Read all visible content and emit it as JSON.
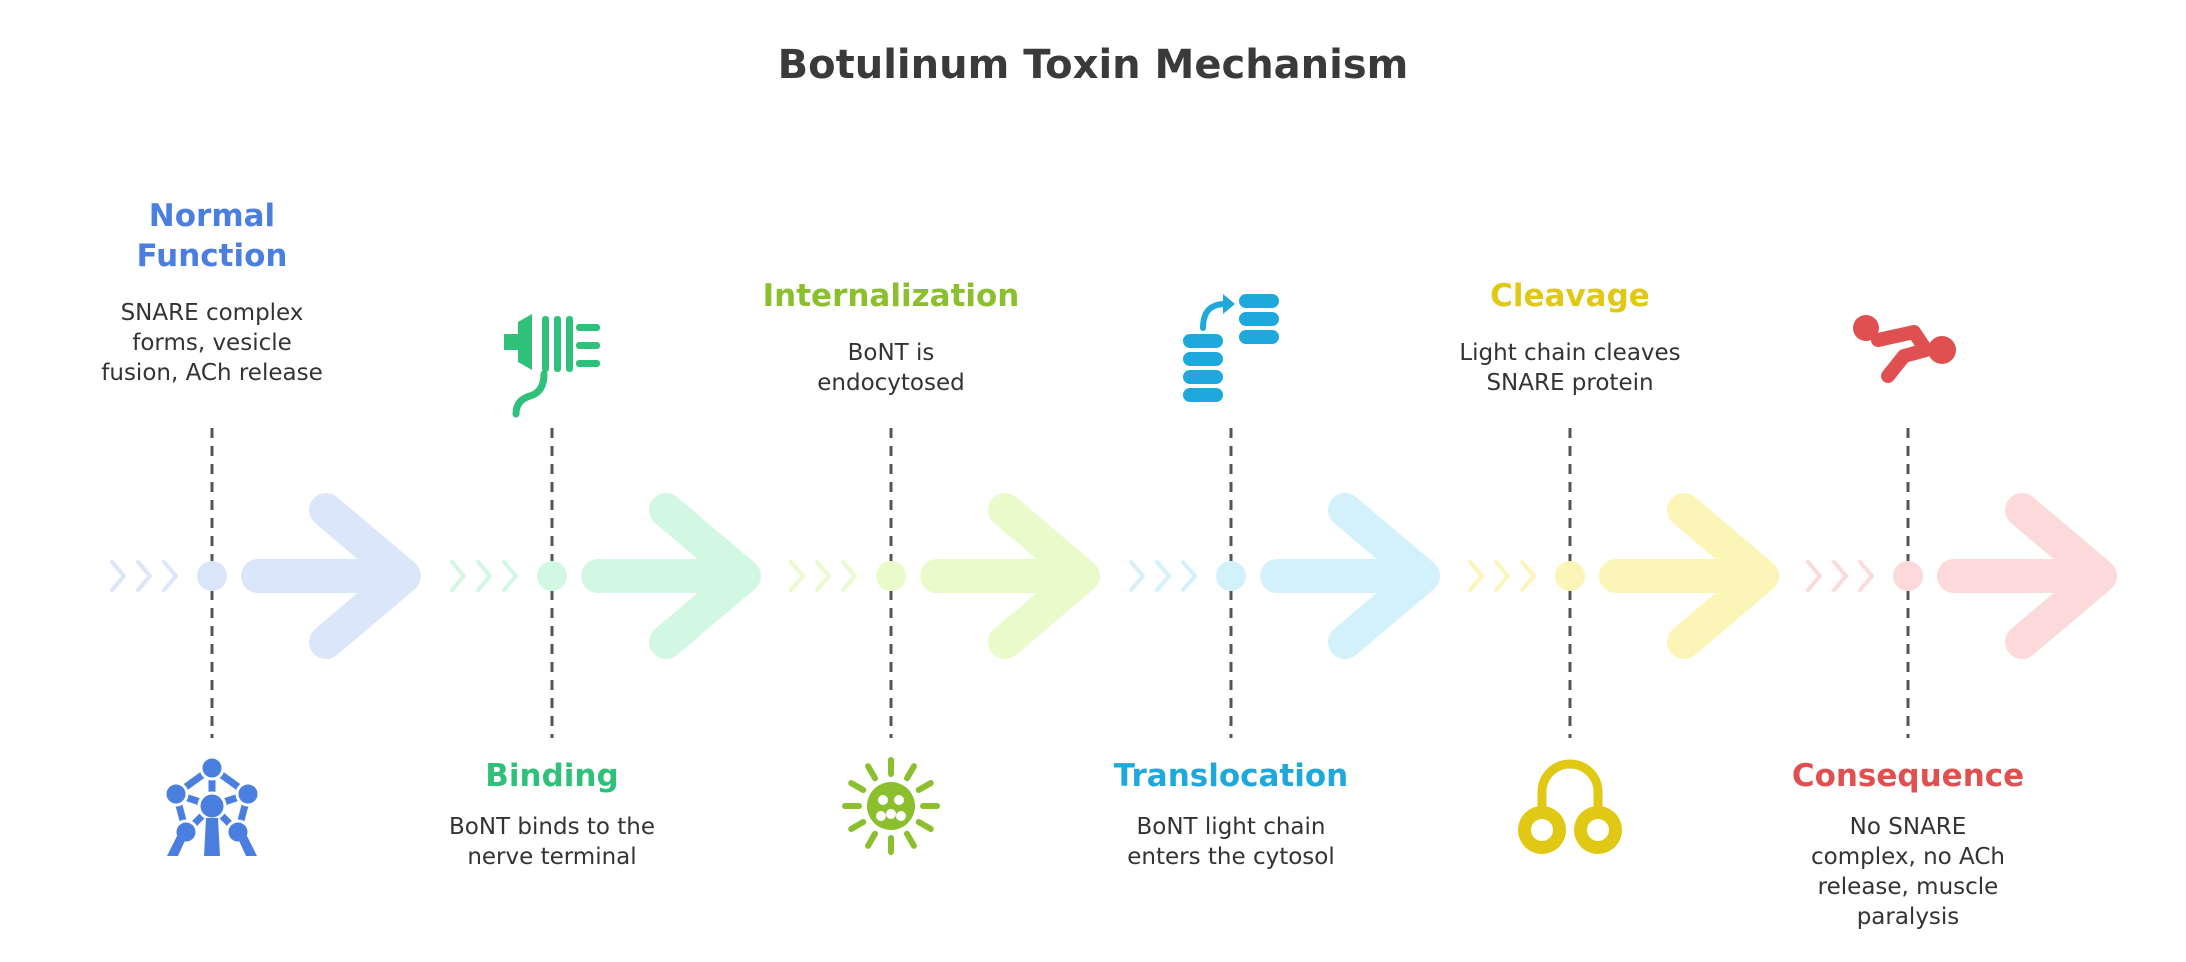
{
  "title": "Botulinum Toxin Mechanism",
  "steps": [
    {
      "title": "Normal Function",
      "title_lines": [
        "Normal",
        "Function"
      ],
      "description": "SNARE complex forms, vesicle fusion, ACh release",
      "description_lines": [
        "SNARE complex",
        "forms, vesicle",
        "fusion, ACh release"
      ],
      "color": "#4a7fe0",
      "light_color": "#dbe6fb",
      "icon": "atom-structure-icon",
      "text_position": "top"
    },
    {
      "title": "Binding",
      "title_lines": [
        "Binding"
      ],
      "description": "BoNT binds to the nerve terminal",
      "description_lines": [
        "BoNT binds to the",
        "nerve terminal"
      ],
      "color": "#2fc07a",
      "light_color": "#d2f8e3",
      "icon": "plug-icon",
      "text_position": "bottom"
    },
    {
      "title": "Internalization",
      "title_lines": [
        "Internalization"
      ],
      "description": "BoNT is endocytosed",
      "description_lines": [
        "BoNT is",
        "endocytosed"
      ],
      "color": "#8bbf2e",
      "light_color": "#eafbcb",
      "icon": "virus-cell-icon",
      "text_position": "top"
    },
    {
      "title": "Translocation",
      "title_lines": [
        "Translocation"
      ],
      "description": "BoNT light chain enters the cytosol",
      "description_lines": [
        "BoNT light chain",
        "enters the cytosol"
      ],
      "color": "#1fa8dc",
      "light_color": "#d3f1fb",
      "icon": "data-transfer-icon",
      "text_position": "bottom"
    },
    {
      "title": "Cleavage",
      "title_lines": [
        "Cleavage"
      ],
      "description": "Light chain cleaves SNARE protein",
      "description_lines": [
        "Light chain cleaves",
        "SNARE protein"
      ],
      "color": "#e0c814",
      "light_color": "#fbf5b8",
      "icon": "handcuffs-icon",
      "text_position": "top"
    },
    {
      "title": "Consequence",
      "title_lines": [
        "Consequence"
      ],
      "description": "No SNARE complex, no ACh release, muscle paralysis",
      "description_lines": [
        "No SNARE",
        "complex, no ACh",
        "release, muscle",
        "paralysis"
      ],
      "color": "#e05050",
      "light_color": "#fcdada",
      "icon": "fallen-person-icon",
      "text_position": "bottom"
    }
  ]
}
